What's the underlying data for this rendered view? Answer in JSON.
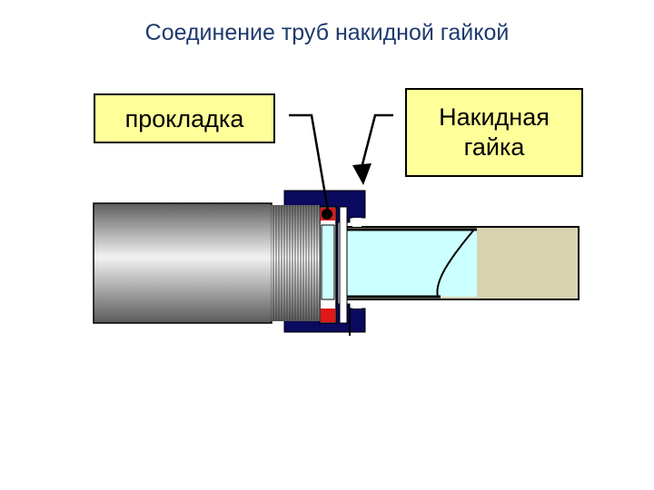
{
  "title": "Соединение труб накидной гайкой",
  "labels": {
    "gasket": "прокладка",
    "nut_line1": "Накидная",
    "nut_line2": "гайка"
  },
  "colors": {
    "title": "#1f3a6e",
    "label_fill": "#ffff99",
    "nut": "#0a0a5e",
    "gasket": "#e01818",
    "inner_pipe": "#ccffff",
    "right_pipe": "#d8d2b0"
  }
}
